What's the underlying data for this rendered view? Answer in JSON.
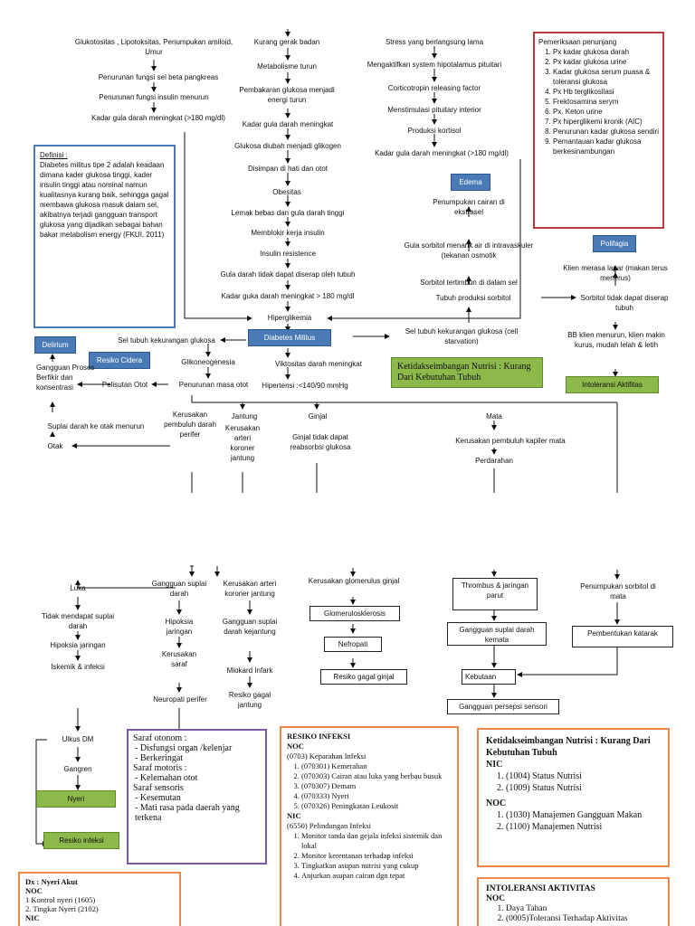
{
  "col1": {
    "glukotositas": "Glukotositas , Lipotoksitas, Penumpukan amiloid, Umur",
    "penurunan_beta": "Penurunan fungsi sel beta pangkreas",
    "penurunan_insulin": "Penurunan fungsi insulin menurun",
    "kadar_gula": "Kadar gula darah meningkat (>180 mg/dl)"
  },
  "col2": {
    "kurang_gerak": "Kurang gerak badan",
    "metabolisme": "Metabolisme turun",
    "pembakaran": "Pembakaran glukosa menjadi energi turun",
    "kadar_gula": "Kadar gula darah meningkat",
    "glukosa_glikogen": "Glukosa diubah menjadi glikogen",
    "disimpan": "Disimpan di hati dan otot",
    "obesitas": "Obesitas",
    "lemak": "Lemak bebas dan gula darah tinggi",
    "memblokir": "Memblokir kerja insulin",
    "resistence": "Insulin resistence",
    "gula_tidak_diserap": "Gula darah tidak dapat diserap oleh tubuh",
    "kadar_guka": "Kadar guka darah meningkat > 180 mg/dl",
    "hiperglikemia": "Hiperglikemia"
  },
  "col3": {
    "stress": "Stress yang berlangsung lama",
    "hipotalamus": "Mengaktifkan system hipotalamus pituitari",
    "crf": "Corticotropin releasing factor",
    "pituitary": "Menstimulasi pituitary interior",
    "kortisol": "Produksi kortisol",
    "kadar_gula": "Kadar gula darah meningkat (>180 mg/dl)"
  },
  "pemeriksaan": {
    "title": "Pemeriksaan penunjang",
    "items": [
      "Px kadar glukosa darah",
      "Px kadar glukosa urine",
      "Kadar glukosa serum puasa & toleransi glukosa",
      "Px Hb terglikosilasi",
      "Frektosamina serym",
      "Px. Keton urine",
      "Px hiperglikemi kronik (AIC)",
      "Penurunan kadar glukosa sendiri",
      "Pemantauan kadar glukosa berkesinambungan"
    ]
  },
  "definisi": {
    "title": "Definisi :",
    "body": "Diabetes militus tipe 2 adalah keadaan dimana kader glukosa tinggi, kader insulin tinggi atau nominal namun kualitasnya kurang baik, sehingga gagal membawa glukosa masuk dalam sel, akibatnya terjadi gangguan transport glukosa yang dijadikan sebagai bahan bakar metabolism energy (FKUI, 2011)"
  },
  "edema": {
    "label": "Edema",
    "penumpukan": "Penumpukan cairan di ekstrasel",
    "gula_sorbitol": "Gula sorbitol menarik air di intravaskuler (tekanan osmotik",
    "tertimbun": "Sorbitol tertimbun di dalam sel",
    "produksi": "Tubuh produksi sorbitol"
  },
  "polifagia": {
    "label": "Polifagia",
    "lapar": "Klien merasa lapar (makan terus menerus)",
    "sorbitol": "Sorbitol tidak dapat diserap tubuh",
    "bb": "BB klien menurun, klien makin kurus, mudah lelah & letih",
    "intoleransi": "Intoleransi Aktifitas"
  },
  "center": {
    "dm": "Diabetes Militus",
    "sel_kurang_kanan": "Sel tubuh kekurangan glukosa (cell starvation)",
    "ketidak": "Ketidakseimbangan Nutrisi : Kurang Dari Kebutuhan Tubuh",
    "sel_kurang_kiri": "Sel tubuh kekurangan glukosa",
    "glikoneogenesia": "Glikoneogenesia",
    "penurunan_otot": "Penurunan masa otot",
    "pelisutan": "Pelisutan Otot",
    "viskositas": "Viktositas darah meningkat",
    "hipertensi": "Hipertensi :<140/90 mmHg",
    "resiko_cidera": "Resiko Cidera",
    "delirium": "Delirium",
    "gangguan_proses": "Gangguan Proses Berfikir dan konsentrasi",
    "suplai_otak": "Suplai darah ke otak menurun",
    "otak": "Otak"
  },
  "organs": {
    "perifer": "Kerusakan pembuluh darah perifer",
    "jantung": "Jantung",
    "kerusakan_koroner": "Kerusakan arteri koroner jantung",
    "ginjal": "Ginjal",
    "ginjal_tidak": "Ginjal tidak dapat reabsorbsi glukosa",
    "mata": "Mata",
    "kapiler": "Kerusakan pembuluh kapiler mata",
    "perdarahan": "Perdarahan"
  },
  "lower": {
    "luka": "Luka",
    "tidak_suplai": "Tidak mendapat suplai darah",
    "hipoksia_jar": "Hipoksia jaringan",
    "iskemik": "Iskemik & infeksi",
    "ulkus": "Ulkus DM",
    "gangren": "Gangren",
    "nyeri": "Nyeri",
    "resiko_infeksi": "Resiko infeksi",
    "gangguan_suplai": "Gangguan suplai darah",
    "hipoksia": "Hipoksia jaringan",
    "kerusakan_saraf": "Kerusakan saraf",
    "neuropati": "Neuropati perifer",
    "kerusakan_arteri": "Kerusakan arteri koroner jantung",
    "gangguan_kejantung": "Gangguan suplai darah kejantung",
    "miokard": "Miokard Infark",
    "resiko_jantung": "Resiko gagal jantung",
    "glomerulus": "Kerusakan glomerulus ginjal",
    "glomerulosklerosis": "Glomerulosklerosis",
    "nefropati": "Nefropati",
    "resiko_ginjal": "Resiko gagal ginjal",
    "thrombus": "Thrombus & jaringan parut",
    "gangguan_kemata": "Gangguan suplai darah kemata",
    "kebutaan": "Kebutaan",
    "persepsi": "Gangguan persepsi sensori",
    "sorbitol_mata": "Penumpukan sorbitol di mata",
    "katarak": "Pembentukan katarak"
  },
  "saraf": {
    "otonom": "Saraf otonom :",
    "otonom_items": [
      "Disfungsi organ /kelenjar",
      "Berkeringat"
    ],
    "motoris": "Saraf motoris :",
    "motoris_items": [
      "Kelemahan otot"
    ],
    "sensoris": "Saraf sensoris",
    "sensoris_items": [
      "Kesemutan",
      "Mati rasa pada daerah yang terkena"
    ]
  },
  "infeksi": {
    "title": "RESIKO INFEKSI",
    "noc": "NOC",
    "noc_head": "(0703) Keparahan Infeksi",
    "noc_items": [
      "(070301) Kemerahan",
      "(070303) Cairan atau luka yang berbau busuk",
      "(070307) Demam",
      "(070333) Nyeri",
      "(070326) Peningkatan Leukosit"
    ],
    "nic": "NIC",
    "nic_head": "(6550) Pelindungan Infeksi",
    "nic_items": [
      "Monitor tanda dan gejala infeksi sistemik dan lokal",
      "Monitor kerentanan terhadap infeksi",
      "Tingkatkan asupan nutrisi yang cukup",
      "Anjurkan asupan cairan dgn tepat"
    ]
  },
  "nutrisi_panel": {
    "title": "Ketidakseimbangan Nutrisi : Kurang Dari Kebutuhan Tubuh",
    "nic": "NIC",
    "nic_items": [
      "(1004) Status Nutrisi",
      "(1009) Status Nutrisi"
    ],
    "noc": "NOC",
    "noc_items": [
      "(1030) Manajemen Gangguan Makan",
      "(1100) Manajemen Nutrisi"
    ]
  },
  "nyeri_panel": {
    "title": "Dx : Nyeri Akut",
    "noc": "NOC",
    "items": [
      "1    Kontrol nyeri (1605)",
      "2. Tingkat Nyeri (2102)"
    ],
    "nic": "NIC"
  },
  "intoleransi_panel": {
    "title": "INTOLERANSI AKTIVITAS",
    "noc": "NOC",
    "items": [
      "Daya Tahan",
      "(0005)Toleransi Terhadap Aktivitas"
    ]
  }
}
